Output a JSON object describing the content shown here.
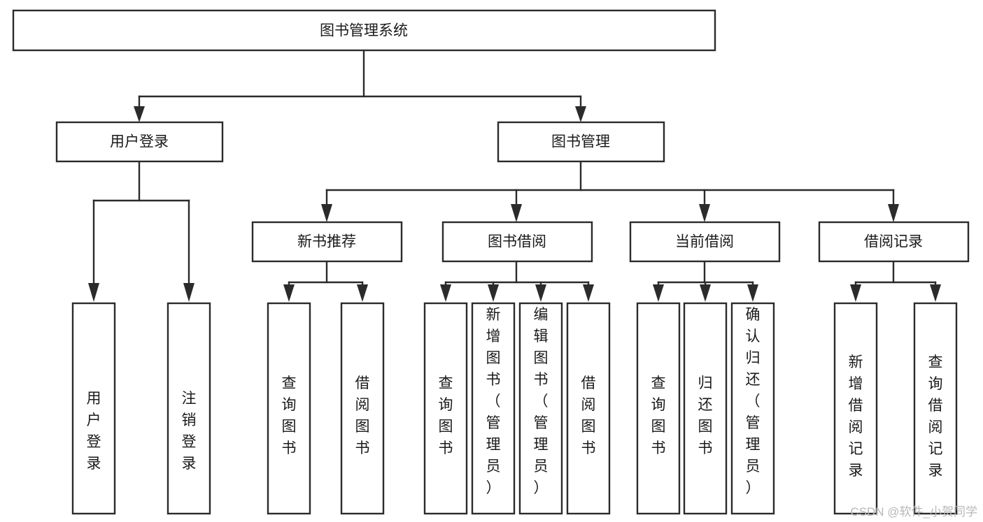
{
  "diagram": {
    "type": "hierarchy-tree",
    "title": "图书管理系统",
    "orientation": "top-down",
    "colors": {
      "box_stroke": "#2b2b2b",
      "box_fill": "#ffffff",
      "connector": "#2b2b2b",
      "text": "#1a1a1a",
      "background": "#ffffff",
      "watermark": "#b8b8b8"
    },
    "levels": {
      "level1": [
        "图书管理系统"
      ],
      "level2": [
        "用户登录",
        "图书管理"
      ],
      "level3": [
        "新书推荐",
        "图书借阅",
        "当前借阅",
        "借阅记录"
      ],
      "level4": [
        "用户登录",
        "注销登录",
        "查询图书",
        "借阅图书",
        "查询图书",
        "新增图书（管理员）",
        "编辑图书（管理员）",
        "借阅图书",
        "查询图书",
        "归还图书",
        "确认归还（管理员）",
        "新增借阅记录",
        "查询借阅记录"
      ]
    },
    "nodes": {
      "root": {
        "label": "图书管理系统"
      },
      "user_login": {
        "label": "用户登录"
      },
      "book_manage": {
        "label": "图书管理"
      },
      "new_book_rec": {
        "label": "新书推荐"
      },
      "book_borrow": {
        "label": "图书借阅"
      },
      "current_borrow": {
        "label": "当前借阅"
      },
      "borrow_record": {
        "label": "借阅记录"
      },
      "leaf_user_login": {
        "label": "用户登录"
      },
      "leaf_logout": {
        "label": "注销登录"
      },
      "leaf_query_book_a": {
        "label": "查询图书"
      },
      "leaf_borrow_book_a": {
        "label": "借阅图书"
      },
      "leaf_query_book_b": {
        "label": "查询图书"
      },
      "leaf_add_book": {
        "label": "新增图书（管理员）"
      },
      "leaf_edit_book": {
        "label": "编辑图书（管理员）"
      },
      "leaf_borrow_book_b": {
        "label": "借阅图书"
      },
      "leaf_query_book_c": {
        "label": "查询图书"
      },
      "leaf_return_book": {
        "label": "归还图书"
      },
      "leaf_confirm_return": {
        "label": "确认归还（管理员）"
      },
      "leaf_add_record": {
        "label": "新增借阅记录"
      },
      "leaf_query_record": {
        "label": "查询借阅记录"
      }
    },
    "edges": [
      {
        "from": "root",
        "to": "user_login"
      },
      {
        "from": "root",
        "to": "book_manage"
      },
      {
        "from": "user_login",
        "to": "leaf_user_login"
      },
      {
        "from": "user_login",
        "to": "leaf_logout"
      },
      {
        "from": "book_manage",
        "to": "new_book_rec"
      },
      {
        "from": "book_manage",
        "to": "book_borrow"
      },
      {
        "from": "book_manage",
        "to": "current_borrow"
      },
      {
        "from": "book_manage",
        "to": "borrow_record"
      },
      {
        "from": "new_book_rec",
        "to": "leaf_query_book_a"
      },
      {
        "from": "new_book_rec",
        "to": "leaf_borrow_book_a"
      },
      {
        "from": "book_borrow",
        "to": "leaf_query_book_b"
      },
      {
        "from": "book_borrow",
        "to": "leaf_add_book"
      },
      {
        "from": "book_borrow",
        "to": "leaf_edit_book"
      },
      {
        "from": "book_borrow",
        "to": "leaf_borrow_book_b"
      },
      {
        "from": "current_borrow",
        "to": "leaf_query_book_c"
      },
      {
        "from": "current_borrow",
        "to": "leaf_return_book"
      },
      {
        "from": "current_borrow",
        "to": "leaf_confirm_return"
      },
      {
        "from": "borrow_record",
        "to": "leaf_add_record"
      },
      {
        "from": "borrow_record",
        "to": "leaf_query_record"
      }
    ]
  },
  "watermark": {
    "text": "CSDN @软件_小贺同学"
  }
}
